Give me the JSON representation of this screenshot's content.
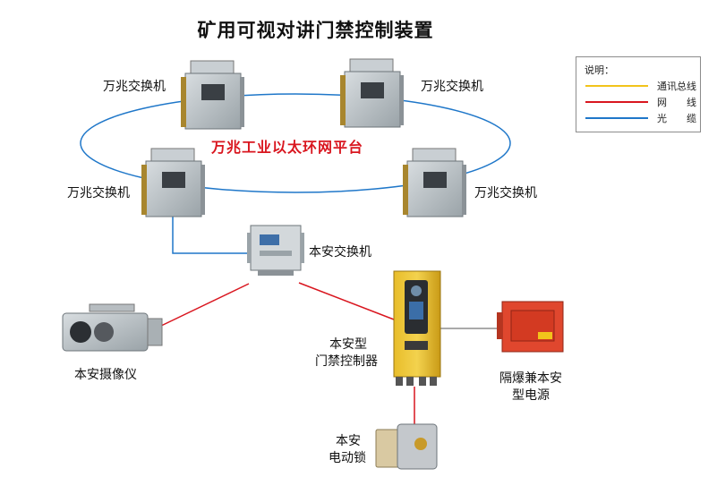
{
  "title": "矿用可视对讲门禁控制装置",
  "ring_label": "万兆工业以太环网平台",
  "switches": {
    "top_left": "万兆交换机",
    "top_right": "万兆交换机",
    "mid_left": "万兆交换机",
    "mid_right": "万兆交换机"
  },
  "devices": {
    "safe_switch": "本安交换机",
    "camera": "本安摄像仪",
    "controller_line1": "本安型",
    "controller_line2": "门禁控制器",
    "power_line1": "隔爆兼本安",
    "power_line2": "型电源",
    "lock_line1": "本安",
    "lock_line2": "电动锁"
  },
  "legend": {
    "title": "说明：",
    "items": [
      {
        "label": "通讯总线",
        "color": "#f2c31b"
      },
      {
        "label": "网　　线",
        "color": "#d9161f"
      },
      {
        "label": "光　　缆",
        "color": "#1f77c9"
      }
    ]
  },
  "colors": {
    "fiber": "#1f77c9",
    "network": "#d9161f",
    "bus": "#f2c31b",
    "power_cable": "#555555"
  }
}
